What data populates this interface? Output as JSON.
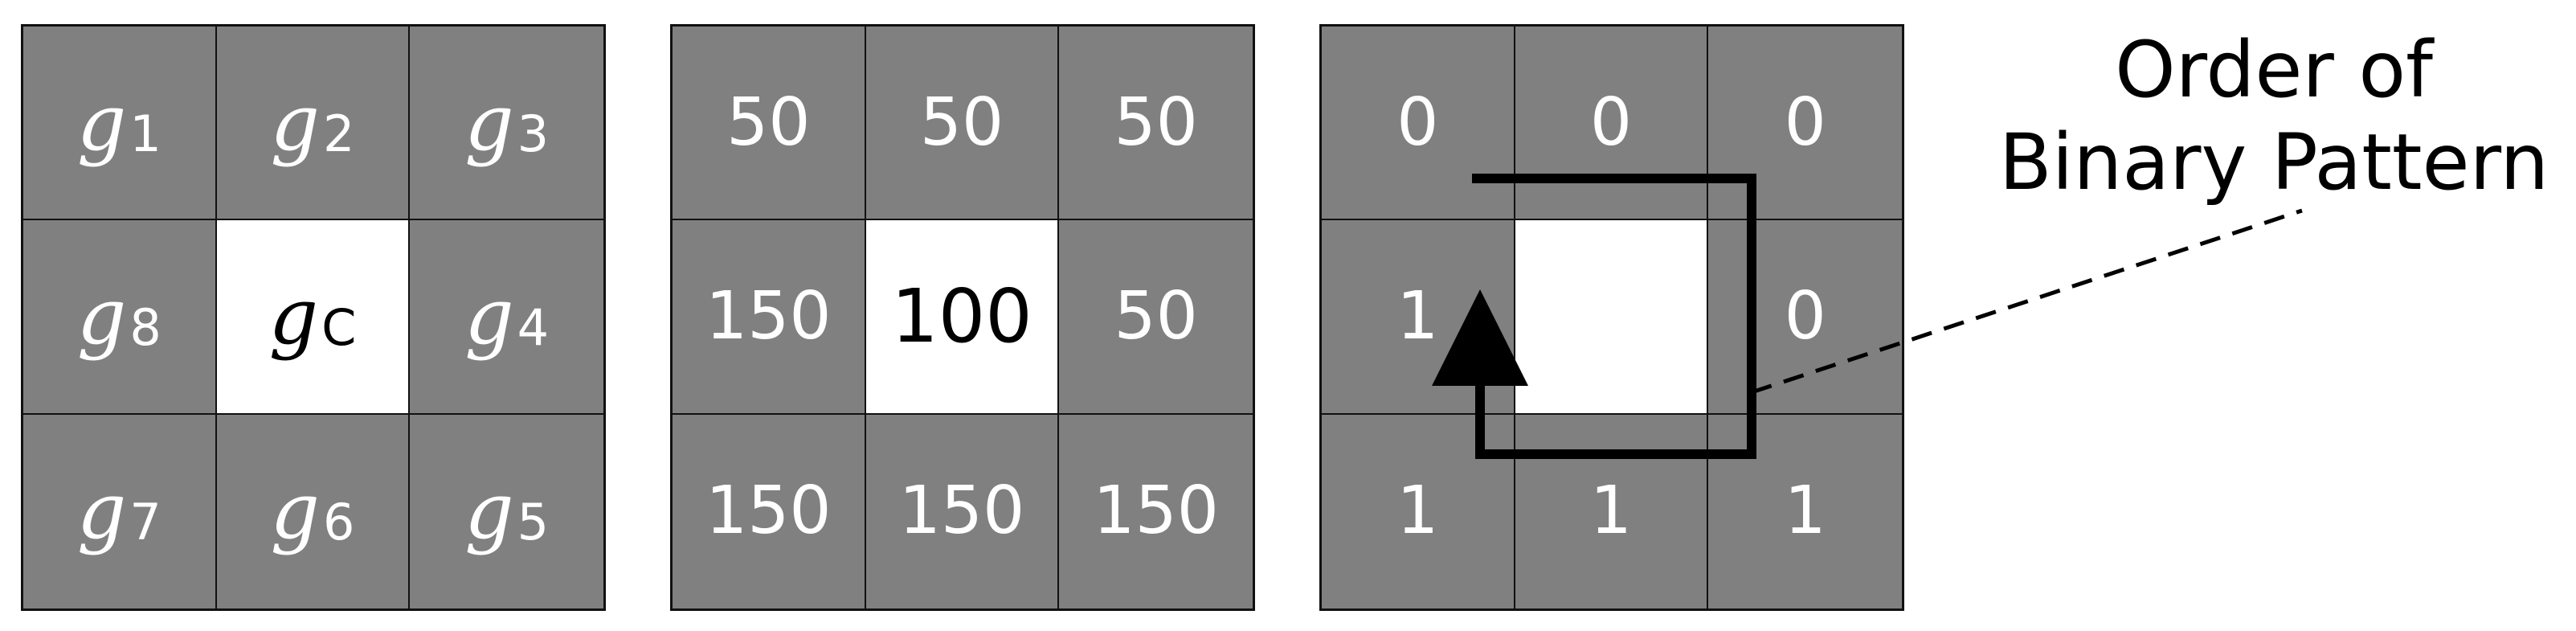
{
  "grid1": {
    "symbol": "g",
    "subscripts": [
      "1",
      "2",
      "3",
      "8",
      "C",
      "4",
      "7",
      "6",
      "5"
    ]
  },
  "grid2": {
    "values": [
      "50",
      "50",
      "50",
      "150",
      "100",
      "50",
      "150",
      "150",
      "150"
    ]
  },
  "grid3": {
    "values": [
      "0",
      "0",
      "0",
      "1",
      "",
      "0",
      "1",
      "1",
      "1"
    ]
  },
  "annotation": {
    "line1": "Order of",
    "line2": "Binary Pattern"
  },
  "colors": {
    "neighbor_cell": "#808080",
    "center_cell": "#ffffff",
    "border": "#111111"
  }
}
